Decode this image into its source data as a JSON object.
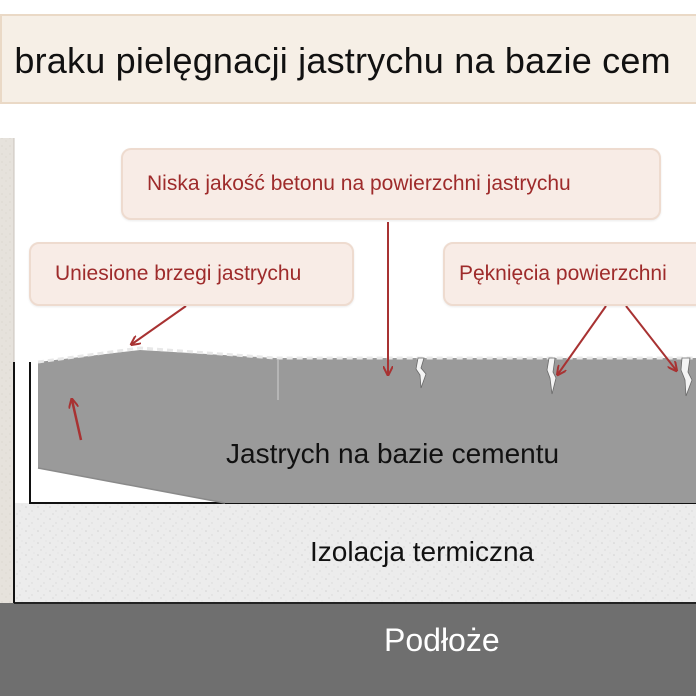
{
  "title": "i braku pielęgnacji jastrychu na bazie cem",
  "callouts": {
    "top": "Niska jakość betonu na powierzchni jastrychu",
    "left": "Uniesione brzegi jastrychu",
    "right": "Pęknięcia powierzchni"
  },
  "layers": {
    "screed": "Jastrych na bazie cementu",
    "insulation": "Izolacja termiczna",
    "substrate": "Podłoże"
  },
  "colors": {
    "arrow": "#a83232",
    "screed": "#9a9a9a",
    "substrate": "#6f6f6f",
    "callout_text": "#9e2b2b"
  }
}
